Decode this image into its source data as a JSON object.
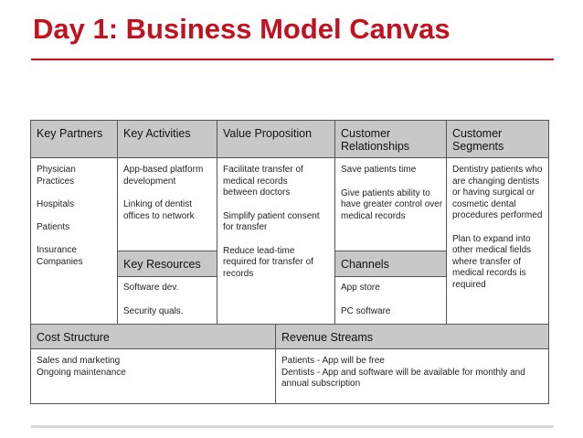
{
  "slide": {
    "title": "Day 1: Business Model Canvas"
  },
  "canvas": {
    "key_partners": {
      "header": "Key Partners",
      "items": [
        "Physician Practices",
        "Hospitals",
        "Patients",
        "Insurance Companies"
      ]
    },
    "key_activities": {
      "header": "Key Activities",
      "items": [
        "App-based platform development",
        "Linking of dentist offices to network"
      ]
    },
    "key_resources": {
      "header": "Key Resources",
      "items": [
        "Software dev.",
        "Security quals."
      ]
    },
    "value_proposition": {
      "header": "Value Proposition",
      "items": [
        "Facilitate transfer of medical records between doctors",
        "Simplify patient consent for transfer",
        "Reduce lead-time required for transfer of records"
      ]
    },
    "customer_relationships": {
      "header_line1": "Customer",
      "header_line2": "Relationships",
      "items": [
        "Save patients time",
        "Give patients ability to have greater control over medical records"
      ]
    },
    "channels": {
      "header": "Channels",
      "items": [
        "App store",
        "PC software"
      ]
    },
    "customer_segments": {
      "header_line1": "Customer",
      "header_line2": "Segments",
      "items": [
        "Dentistry patients who are changing dentists or having surgical or cosmetic dental procedures performed",
        "Plan to expand into other medical fields where transfer of medical records is required"
      ]
    },
    "cost_structure": {
      "header": "Cost Structure",
      "items": [
        "Sales and marketing",
        "Ongoing maintenance"
      ]
    },
    "revenue_streams": {
      "header": "Revenue Streams",
      "items": [
        "Patients - App will be free",
        "Dentists - App and software will be available for monthly and annual subscription"
      ]
    }
  }
}
